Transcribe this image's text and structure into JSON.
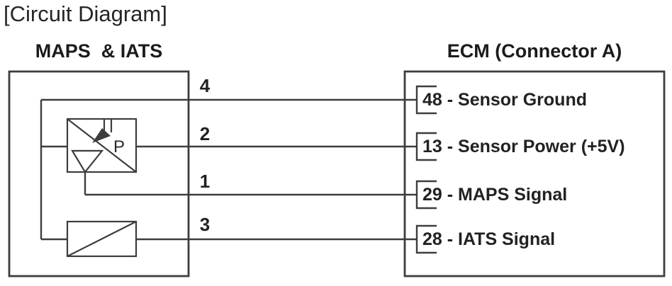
{
  "title": "[Circuit Diagram]",
  "colors": {
    "line": "#3d3d3d",
    "text": "#1a1a1a",
    "background": "#ffffff"
  },
  "sensor_block": {
    "heading": "MAPS  & IATS",
    "symbols": [
      {
        "name": "pressure-sensor-symbol",
        "label": "P",
        "description": "boxed pressure sensor with diagonal, double down-arrow and triangle"
      },
      {
        "name": "thermistor-symbol",
        "label": "",
        "description": "boxed resistor with diagonal"
      }
    ]
  },
  "ecm_block": {
    "heading": "ECM (Connector A)",
    "pins": [
      {
        "label": "48 - Sensor Ground"
      },
      {
        "label": "13 - Sensor Power (+5V)"
      },
      {
        "label": "29 - MAPS Signal"
      },
      {
        "label": "28 - IATS Signal"
      }
    ]
  },
  "wires": [
    {
      "number": "4",
      "connects_to_pin": "48"
    },
    {
      "number": "2",
      "connects_to_pin": "13"
    },
    {
      "number": "1",
      "connects_to_pin": "29"
    },
    {
      "number": "3",
      "connects_to_pin": "28"
    }
  ]
}
